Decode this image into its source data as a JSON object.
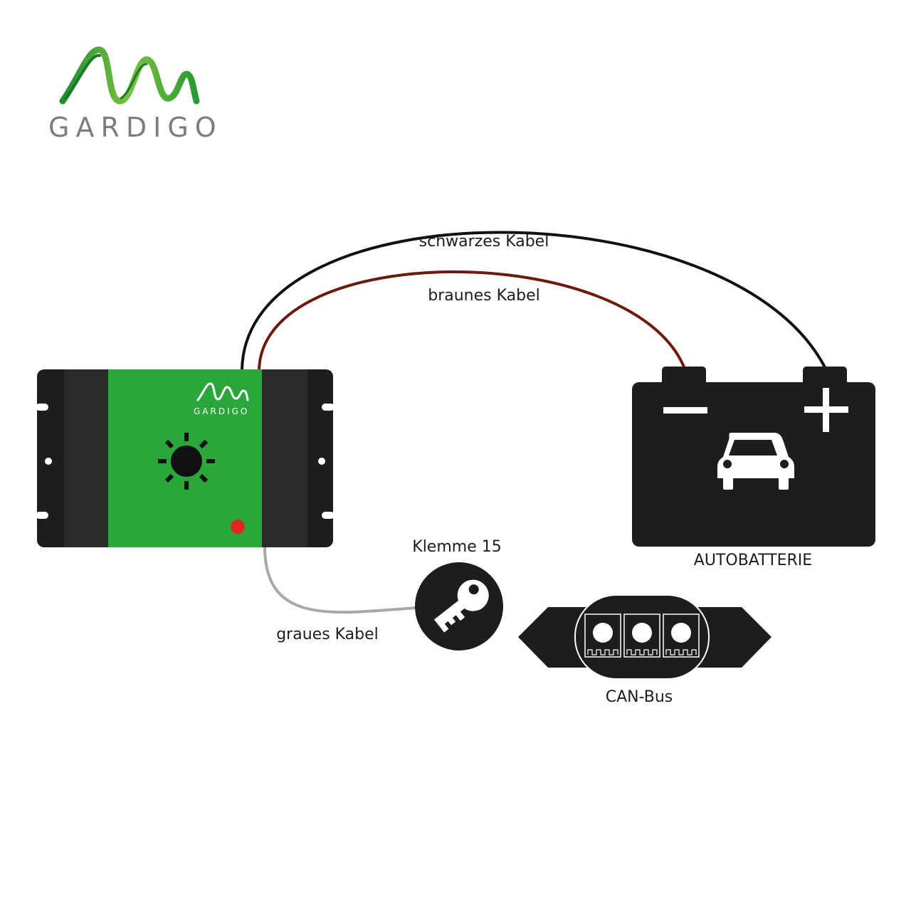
{
  "logo": {
    "brand": "GARDIGO"
  },
  "device": {
    "brand": "GARDIGO"
  },
  "labels": {
    "black_cable": "schwarzes Kabel",
    "brown_cable": "braunes Kabel",
    "grey_cable": "graues Kabel",
    "terminal": "Klemme 15",
    "battery": "AUTOBATTERIE",
    "canbus": "CAN-Bus"
  },
  "battery": {
    "minus": "−",
    "plus": "+"
  },
  "colors": {
    "device_green": "#2aa63b",
    "black_cable": "#111111",
    "brown_cable": "#6b1a0d",
    "grey_cable": "#a8a8a8",
    "led": "#e3261f",
    "dark": "#1d1d1b"
  },
  "icons": {
    "logo": "gardigo-wave-icon",
    "sun": "sun-icon",
    "key": "key-icon",
    "car": "car-icon"
  }
}
